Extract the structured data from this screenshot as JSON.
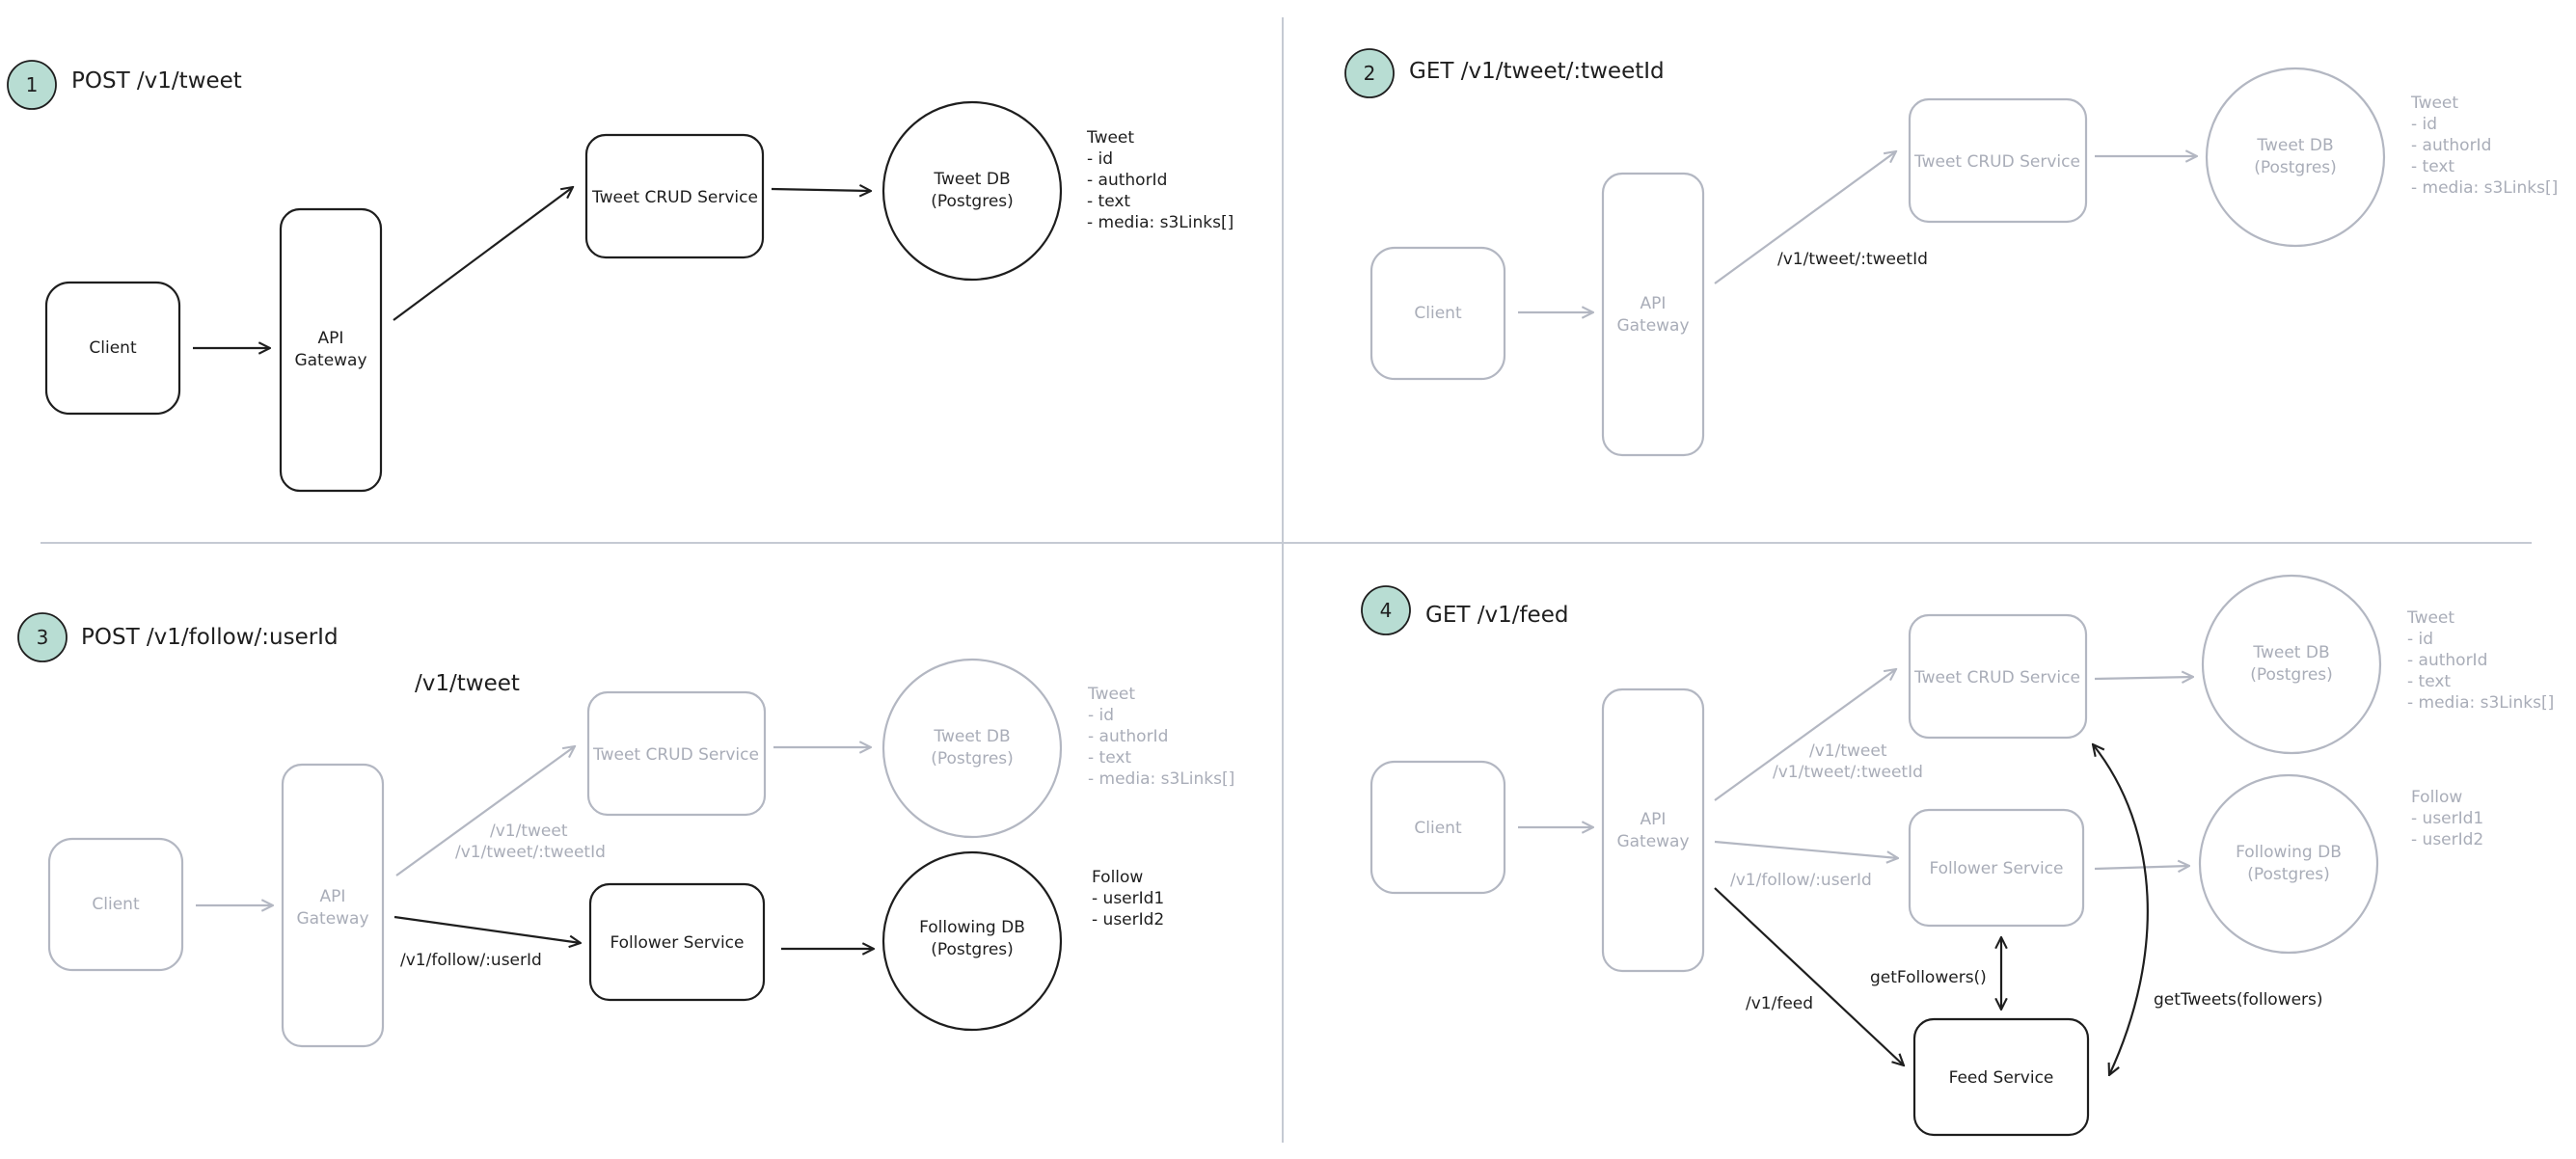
{
  "panels": [
    {
      "number": "1",
      "title": "POST /v1/tweet",
      "client": "Client",
      "gateway": [
        "API",
        "Gateway"
      ],
      "service": "Tweet CRUD Service",
      "db": [
        "Tweet DB",
        "(Postgres)"
      ],
      "schema": [
        "Tweet",
        "- id",
        "- authorId",
        "- text",
        "- media: s3Links[]"
      ]
    },
    {
      "number": "2",
      "title": "GET /v1/tweet/:tweetId",
      "client": "Client",
      "gateway": [
        "API",
        "Gateway"
      ],
      "service": "Tweet CRUD Service",
      "db": [
        "Tweet DB",
        "(Postgres)"
      ],
      "schema": [
        "Tweet",
        "- id",
        "- authorId",
        "- text",
        "- media: s3Links[]"
      ],
      "route_label": "/v1/tweet/:tweetId"
    },
    {
      "number": "3",
      "title": "POST /v1/follow/:userId",
      "floating_label": "/v1/tweet",
      "client": "Client",
      "gateway": [
        "API",
        "Gateway"
      ],
      "service": "Tweet CRUD Service",
      "db": [
        "Tweet DB",
        "(Postgres)"
      ],
      "schema": [
        "Tweet",
        "- id",
        "- authorId",
        "- text",
        "- media: s3Links[]"
      ],
      "tweet_route_labels": [
        "/v1/tweet",
        "/v1/tweet/:tweetId"
      ],
      "follower_service": "Follower Service",
      "following_db": [
        "Following DB",
        "(Postgres)"
      ],
      "follow_schema": [
        "Follow",
        "- userId1",
        "- userId2"
      ],
      "follow_route_label": "/v1/follow/:userId"
    },
    {
      "number": "4",
      "title": "GET /v1/feed",
      "client": "Client",
      "gateway": [
        "API",
        "Gateway"
      ],
      "service": "Tweet CRUD Service",
      "db": [
        "Tweet DB",
        "(Postgres)"
      ],
      "schema": [
        "Tweet",
        "- id",
        "- authorId",
        "- text",
        "- media: s3Links[]"
      ],
      "tweet_route_labels": [
        "/v1/tweet",
        "/v1/tweet/:tweetId"
      ],
      "follower_service": "Follower Service",
      "following_db": [
        "Following DB",
        "(Postgres)"
      ],
      "follow_schema": [
        "Follow",
        "- userId1",
        "- userId2"
      ],
      "follow_route_label": "/v1/follow/:userId",
      "feed_route_label": "/v1/feed",
      "feed_service": "Feed Service",
      "get_followers_label": "getFollowers()",
      "get_tweets_label": "getTweets(followers)"
    }
  ],
  "colors": {
    "ink": "#1e1e1e",
    "faded": "#a9adb8",
    "badge_fill": "#b8ddd3",
    "divider": "#c5cad3"
  }
}
